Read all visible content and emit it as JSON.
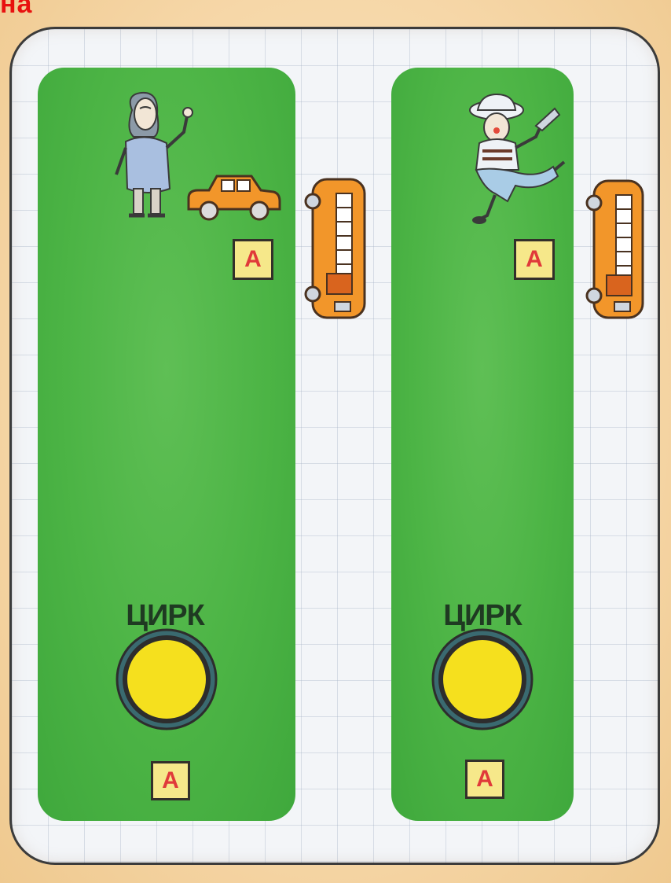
{
  "corner_text": "на",
  "panels": [
    {
      "stop_label": "ЦИРК",
      "sign_letter_top": "А",
      "sign_letter_bottom": "А"
    },
    {
      "stop_label": "ЦИРК",
      "sign_letter_top": "А",
      "sign_letter_bottom": "А"
    }
  ],
  "colors": {
    "background": "#f6d7a8",
    "panel_green": "#4cb445",
    "vehicle_orange": "#f2962a",
    "stop_yellow": "#f5e01e",
    "sign_letter_red": "#e03a3a",
    "corner_text_red": "#e8110f"
  },
  "icons": {
    "person_left": "old-woman-figure",
    "person_right": "clown-figure",
    "car": "car-icon",
    "bus": "bus-icon",
    "stop": "circus-stop-circle"
  }
}
